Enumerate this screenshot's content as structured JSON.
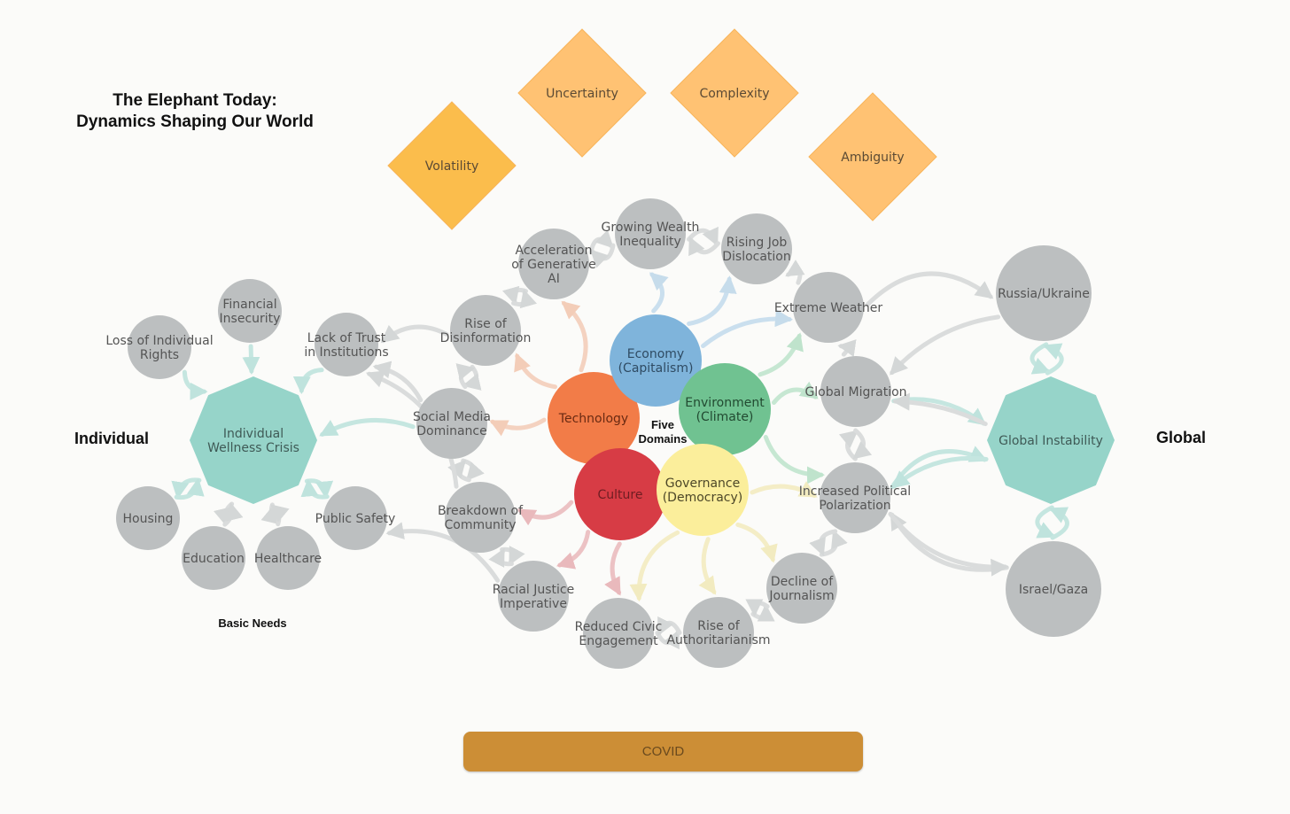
{
  "title": {
    "line1": "The Elephant Today:",
    "line2": "Dynamics Shaping Our World"
  },
  "labels": {
    "individual": "Individual",
    "global": "Global",
    "five_domains_1": "Five",
    "five_domains_2": "Domains",
    "basic_needs": "Basic Needs",
    "covid": "COVID"
  },
  "colors": {
    "background": "#fbfbf9",
    "gray_node": "#bcbfc0",
    "teal_hub": "#96d4c9",
    "diamond": "#ffc273",
    "covid": "#cc8e36",
    "economy": "#7fb4db",
    "technology": "#f27c48",
    "environment": "#70c291",
    "culture": "#d73c45",
    "governance": "#fbee9b"
  },
  "diamonds": [
    {
      "id": "volatility",
      "label": "Volatility"
    },
    {
      "id": "uncertainty",
      "label": "Uncertainty"
    },
    {
      "id": "complexity",
      "label": "Complexity"
    },
    {
      "id": "ambiguity",
      "label": "Ambiguity"
    }
  ],
  "domains": [
    {
      "id": "economy",
      "lines": [
        "Economy",
        "(Capitalism)"
      ]
    },
    {
      "id": "technology",
      "lines": [
        "Technology"
      ]
    },
    {
      "id": "environment",
      "lines": [
        "Environment",
        "(Climate)"
      ]
    },
    {
      "id": "culture",
      "lines": [
        "Culture"
      ]
    },
    {
      "id": "governance",
      "lines": [
        "Governance",
        "(Democracy)"
      ]
    }
  ],
  "hubs": [
    {
      "id": "wellness",
      "lines": [
        "Individual",
        "Wellness Crisis"
      ]
    },
    {
      "id": "instability",
      "lines": [
        "Global Instability"
      ]
    }
  ],
  "nodes": [
    {
      "id": "loss_rights",
      "lines": [
        "Loss of Individual",
        "Rights"
      ]
    },
    {
      "id": "financial",
      "lines": [
        "Financial",
        "Insecurity"
      ]
    },
    {
      "id": "lack_trust",
      "lines": [
        "Lack of Trust",
        "in Institutions"
      ]
    },
    {
      "id": "housing",
      "lines": [
        "Housing"
      ]
    },
    {
      "id": "education",
      "lines": [
        "Education"
      ]
    },
    {
      "id": "healthcare",
      "lines": [
        "Healthcare"
      ]
    },
    {
      "id": "public_safety",
      "lines": [
        "Public Safety"
      ]
    },
    {
      "id": "genai",
      "lines": [
        "Acceleration",
        "of Generative",
        "AI"
      ]
    },
    {
      "id": "wealth",
      "lines": [
        "Growing Wealth",
        "Inequality"
      ]
    },
    {
      "id": "job",
      "lines": [
        "Rising Job",
        "Dislocation"
      ]
    },
    {
      "id": "disinfo",
      "lines": [
        "Rise of",
        "Disinformation"
      ]
    },
    {
      "id": "social_media",
      "lines": [
        "Social Media",
        "Dominance"
      ]
    },
    {
      "id": "breakdown",
      "lines": [
        "Breakdown of",
        "Community"
      ]
    },
    {
      "id": "racial",
      "lines": [
        "Racial Justice",
        "Imperative"
      ]
    },
    {
      "id": "civic",
      "lines": [
        "Reduced Civic",
        "Engagement"
      ]
    },
    {
      "id": "authoritarian",
      "lines": [
        "Rise of",
        "Authoritarianism"
      ]
    },
    {
      "id": "journalism",
      "lines": [
        "Decline of",
        "Journalism"
      ]
    },
    {
      "id": "polarization",
      "lines": [
        "Increased Political",
        "Polarization"
      ]
    },
    {
      "id": "migration",
      "lines": [
        "Global Migration"
      ]
    },
    {
      "id": "weather",
      "lines": [
        "Extreme Weather"
      ]
    },
    {
      "id": "russia",
      "lines": [
        "Russia/Ukraine"
      ]
    },
    {
      "id": "israel",
      "lines": [
        "Israel/Gaza"
      ]
    }
  ]
}
